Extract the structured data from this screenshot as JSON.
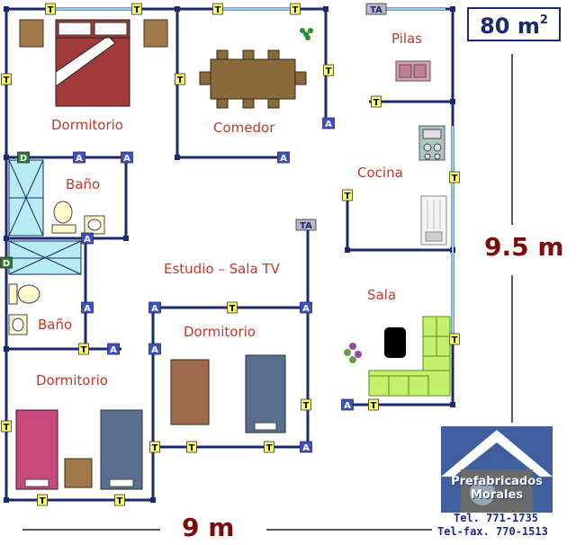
{
  "plan": {
    "area_value": "80 m",
    "area_exp": "2",
    "height_label": "9.5 m",
    "width_label": "9 m"
  },
  "rooms": {
    "dormitorio_main": "Dormitorio",
    "comedor": "Comedor",
    "pilas": "Pilas",
    "bano_top": "Baño",
    "cocina": "Cocina",
    "estudio": "Estudio – Sala TV",
    "sala": "Sala",
    "bano_bottom": "Baño",
    "dormitorio_center": "Dormitorio",
    "dormitorio_bottom": "Dormitorio"
  },
  "markers": {
    "window": "T",
    "door": "A",
    "shower_door": "D",
    "double_window": "TA"
  },
  "company": {
    "name_line1": "Prefabricados",
    "name_line2": "Morales",
    "tel": "Tel. 771-1735",
    "telfax": "Tel-fax. 770-1513"
  },
  "colors": {
    "wall": "#1a2a6c",
    "window_yellow": "#ffff66",
    "door_blue": "#3b4fd0",
    "shower_green": "#2e7d32",
    "label_red": "#c0392b",
    "dim_red": "#7b0c0c"
  }
}
